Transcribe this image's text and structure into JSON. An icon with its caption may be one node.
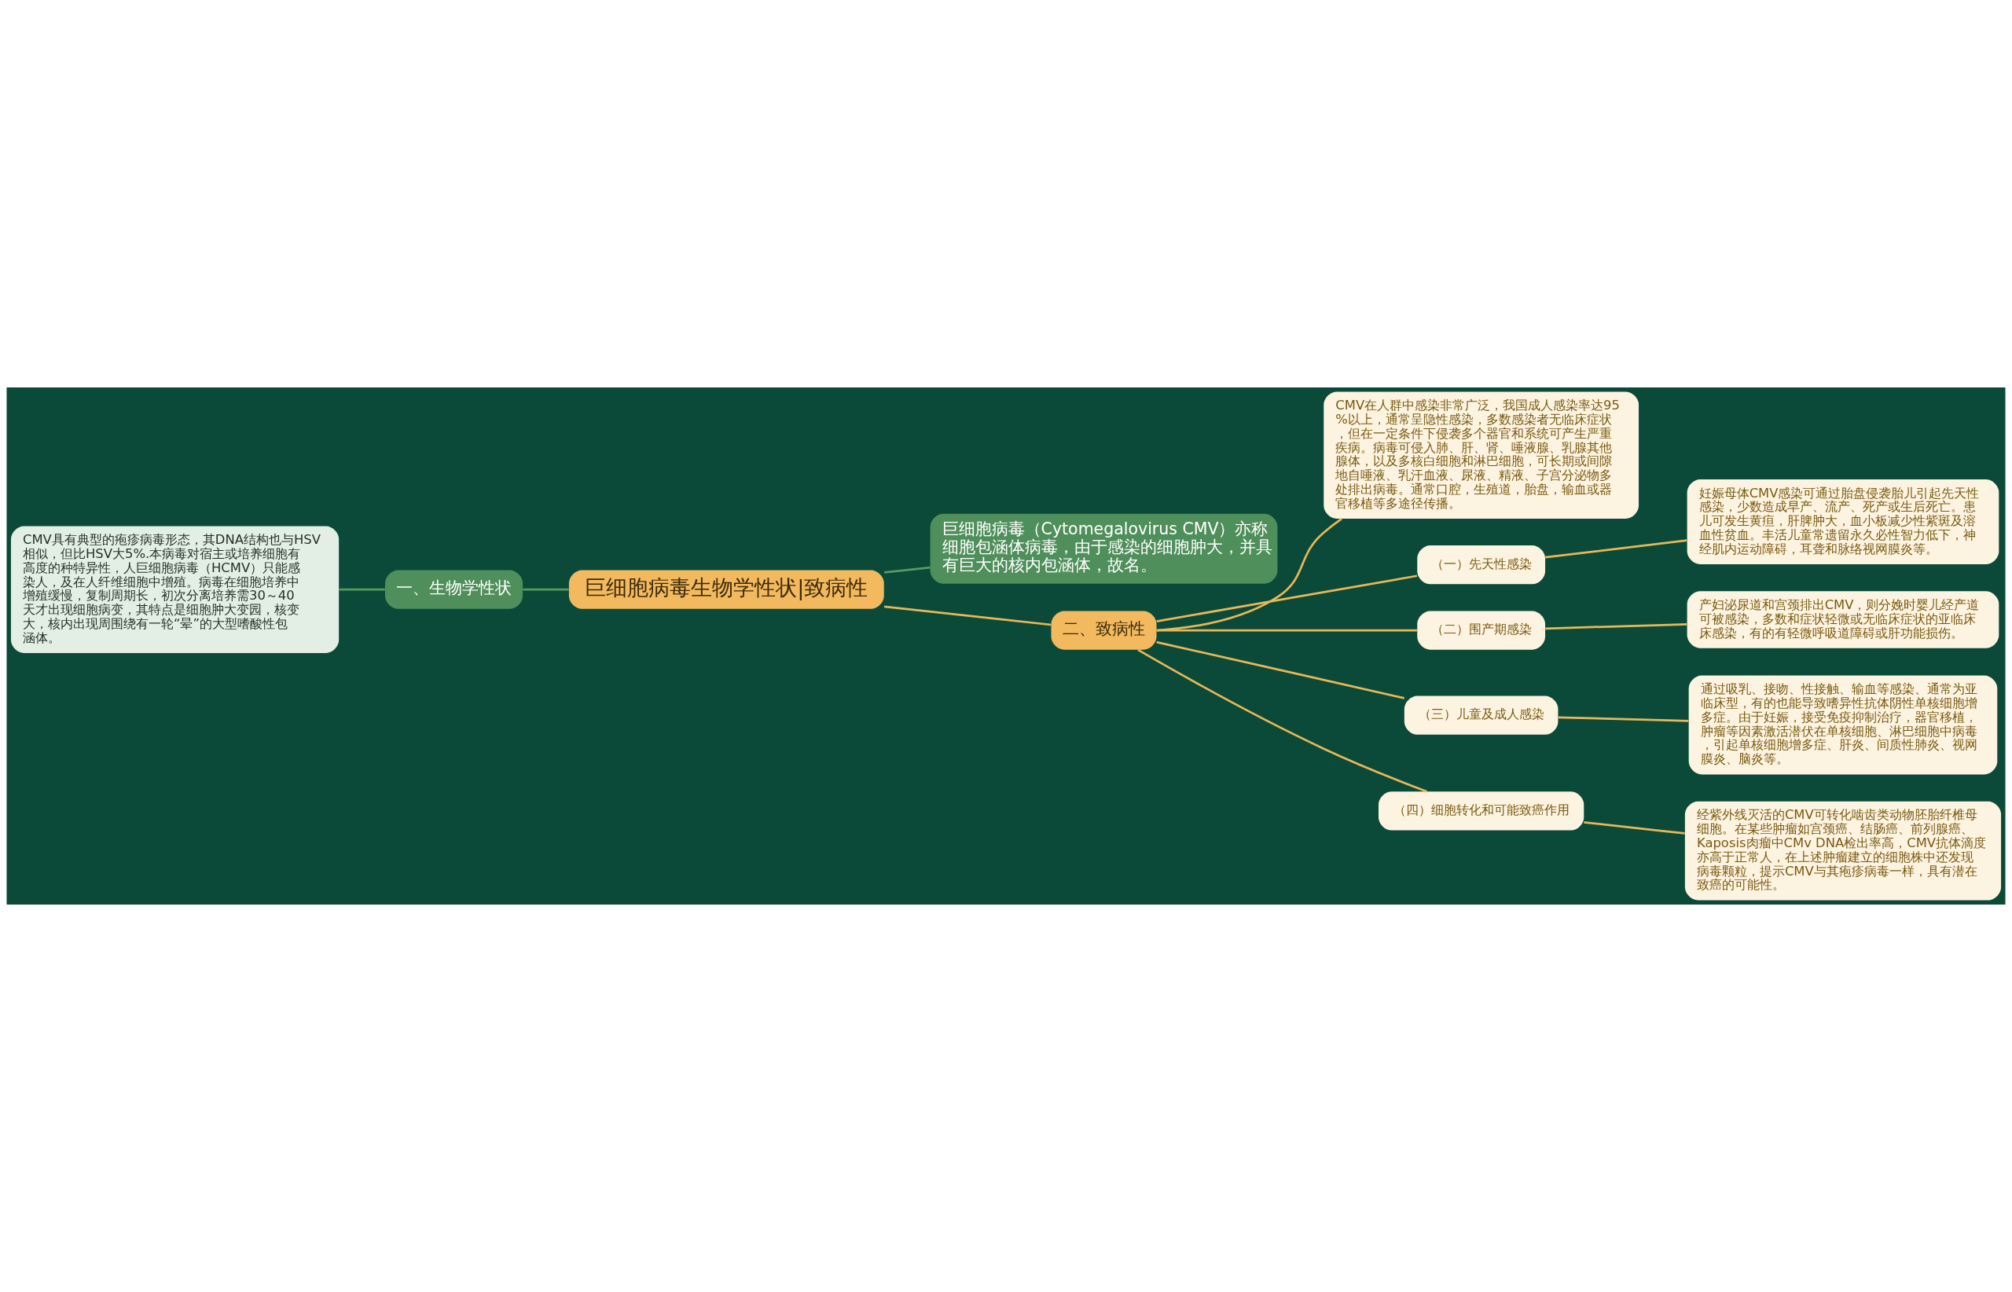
{
  "diagram": {
    "nodes": [
      {
        "text": [
          "巨细胞病毒生物学性状|致病性"
        ]
      },
      {
        "text": [
          "一、生物学性状"
        ]
      },
      {
        "text": [
          "CMV具有典型的疱疹病毒形态，其DNA结构也与HSV相似，但比HSV大5%.本病毒对宿主或培养细胞有高度的种特异性，人巨细胞病毒（HCMV）只能感染人，及在人纤维细胞中增殖。病毒在细胞培养中增殖缓慢，复制周期长，初次分离培养需30～40天才出现细胞病变，其特点是细胞肿大变园，核变大，核内出现周围绕有一轮“晕”的大型嗜酸性包涵体。"
        ]
      },
      {
        "text": [
          "巨细胞病毒（Cytomegalovirus CMV）亦称细胞包涵体病毒，由于感染的细胞肿大，并具有巨大的核内包涵体，故名。"
        ]
      },
      {
        "text": [
          "二、致病性"
        ]
      },
      {
        "text": [
          "CMV在人群中感染非常广泛，我国成人感染率达95%以上，通常呈隐性感染，多数感染者无临床症状，但在一定条件下侵袭多个器官和系统可产生严重疾病。病毒可侵入肺、肝、肾、唾液腺、乳腺其他腺体，以及多核白细胞和淋巴细胞，可长期或间隙地自唾液、乳汗血液、尿液、精液、子宫分泌物多处排出病毒。通常口腔，生殖道，胎盘，输血或器官移植等多途径传播。"
        ]
      },
      {
        "text": [
          "（一）先天性感染"
        ]
      },
      {
        "text": [
          "妊娠母体CMV感染可通过胎盘侵袭胎儿引起先天性感染，少数造成早产、流产、死产或生后死亡。患儿可发生黄疸，肝脾肿大，血小板减少性紫斑及溶血性贫血。丰活儿童常遗留永久必性智力低下，神经肌内运动障碍，耳聋和脉络视网膜炎等。"
        ]
      },
      {
        "text": [
          "（二）围产期感染"
        ]
      },
      {
        "text": [
          "产妇泌尿道和宫颈排出CMV，则分娩时婴儿经产道可被感染，多数和症状轻微或无临床症状的亚临床床感染，有的有轻微呼吸道障碍或肝功能损伤。"
        ]
      },
      {
        "text": [
          "（三）儿童及成人感染"
        ]
      },
      {
        "text": [
          "通过吸乳、接吻、性接触、输血等感染、通常为亚临床型，有的也能导致嗜异性抗体阴性单核细胞增多症。由于妊娠，接受免疫抑制治疗，器官移植，肿瘤等因素激活潜伏在单核细胞、淋巴细胞中病毒，引起单核细胞增多症、肝炎、间质性肺炎、视网膜炎、脑炎等。"
        ]
      },
      {
        "text": [
          "（四）细胞转化和可能致癌作用"
        ]
      },
      {
        "text": [
          "经紫外线灭活的CMV可转化啮齿类动物胚胎纤椎母细胞。在某些肿瘤如宫颈癌、结肠癌、前列腺癌、Kaposis肉瘤中CMv DNA检出率高，CMV抗体滴度亦高于正常人，在上述肿瘤建立的细胞株中还发现病毒颗粒，提示CMV与其疱疹病毒一样，具有潜在致癌的可能性。"
        ]
      }
    ],
    "edges": [
      {
        "from": 0,
        "to": 1,
        "arrow": "none",
        "color": "#5a9a62"
      },
      {
        "from": 1,
        "to": 2,
        "arrow": "none",
        "color": "#5a9a62"
      },
      {
        "from": 0,
        "to": 3,
        "arrow": "none",
        "color": "#5a9a62"
      },
      {
        "from": 0,
        "to": 4,
        "arrow": "none"
      },
      {
        "from": 4,
        "to": 5,
        "arrow": "none"
      },
      {
        "from": 4,
        "to": 6,
        "arrow": "none"
      },
      {
        "from": 6,
        "to": 7,
        "arrow": "none"
      },
      {
        "from": 4,
        "to": 8,
        "arrow": "none"
      },
      {
        "from": 8,
        "to": 9,
        "arrow": "none"
      },
      {
        "from": 4,
        "to": 10,
        "arrow": "none"
      },
      {
        "from": 10,
        "to": 11,
        "arrow": "none"
      },
      {
        "from": 4,
        "to": 12,
        "arrow": "none"
      },
      {
        "from": 12,
        "to": 13,
        "arrow": "none"
      }
    ]
  }
}
